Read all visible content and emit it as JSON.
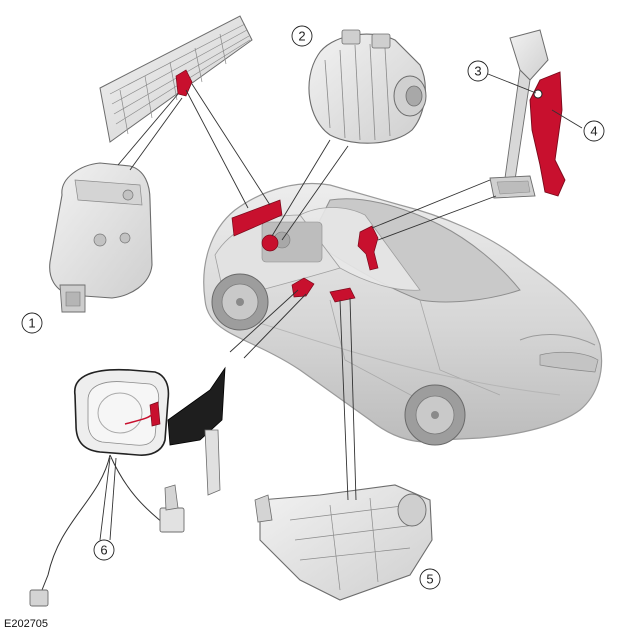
{
  "figure_code": "E202705",
  "callouts": [
    {
      "id": "1",
      "label": "1"
    },
    {
      "id": "2",
      "label": "2"
    },
    {
      "id": "3",
      "label": "3"
    },
    {
      "id": "4",
      "label": "4"
    },
    {
      "id": "5",
      "label": "5"
    },
    {
      "id": "6",
      "label": "6"
    }
  ],
  "colors": {
    "highlight": "#c8102e",
    "component_fill": "#e6e6e6",
    "component_stroke": "#6d6d6d",
    "car_body": "#dadada",
    "leader": "#333333"
  },
  "icons": {
    "component_1": "transmission-control-module-icon",
    "component_2": "alternator-icon",
    "component_3": "brake-pedal-switch-icon",
    "component_4": "pedal-assembly-icon",
    "component_5": "central-junction-box-icon",
    "component_6": "door-mirror-icon"
  }
}
